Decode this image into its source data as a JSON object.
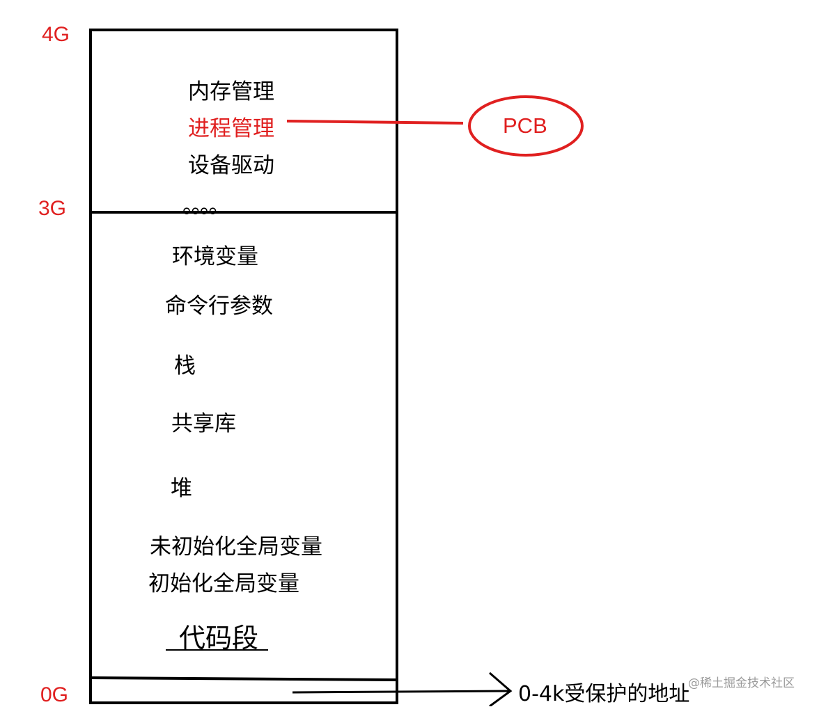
{
  "address_marks": {
    "top": "4G",
    "kernel_boundary": "3G",
    "bottom": "0G"
  },
  "kernel_space": {
    "items": [
      "内存管理",
      "进程管理",
      "设备驱动"
    ],
    "ellipsis": "。。。。"
  },
  "pcb_label": "PCB",
  "user_space": {
    "items": [
      "环境变量",
      "命令行参数",
      "栈",
      "共享库",
      "堆",
      "未初始化全局变量",
      "初始化全局变量",
      "代码段"
    ]
  },
  "protected_note": "0-4k受保护的地址",
  "watermark": "@稀土掘金技术社区",
  "colors": {
    "highlight": "#e02020",
    "stroke": "#000000"
  }
}
